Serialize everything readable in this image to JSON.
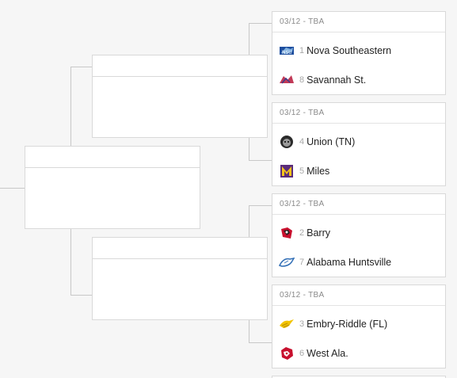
{
  "games": [
    {
      "header": "03/12 - TBA",
      "teams": [
        {
          "seed": "1",
          "name": "Nova Southeastern",
          "logo": "shark-logo-icon"
        },
        {
          "seed": "8",
          "name": "Savannah St.",
          "logo": "tiger-logo-icon"
        }
      ]
    },
    {
      "header": "03/12 - TBA",
      "teams": [
        {
          "seed": "4",
          "name": "Union (TN)",
          "logo": "bulldog-logo-icon"
        },
        {
          "seed": "5",
          "name": "Miles",
          "logo": "m-logo-icon"
        }
      ]
    },
    {
      "header": "03/12 - TBA",
      "teams": [
        {
          "seed": "2",
          "name": "Barry",
          "logo": "buccaneer-logo-icon"
        },
        {
          "seed": "7",
          "name": "Alabama Huntsville",
          "logo": "charger-logo-icon"
        }
      ]
    },
    {
      "header": "03/12 - TBA",
      "teams": [
        {
          "seed": "3",
          "name": "Embry-Riddle (FL)",
          "logo": "eagle-logo-icon"
        },
        {
          "seed": "6",
          "name": "West Ala.",
          "logo": "tiger-head-logo-icon"
        }
      ]
    }
  ],
  "colors": {
    "background": "#f6f6f6",
    "card_border": "#d9d9d9",
    "connector": "#c8c8c8",
    "seed_text": "#a8a8a8",
    "header_text": "#8a8a8a"
  }
}
